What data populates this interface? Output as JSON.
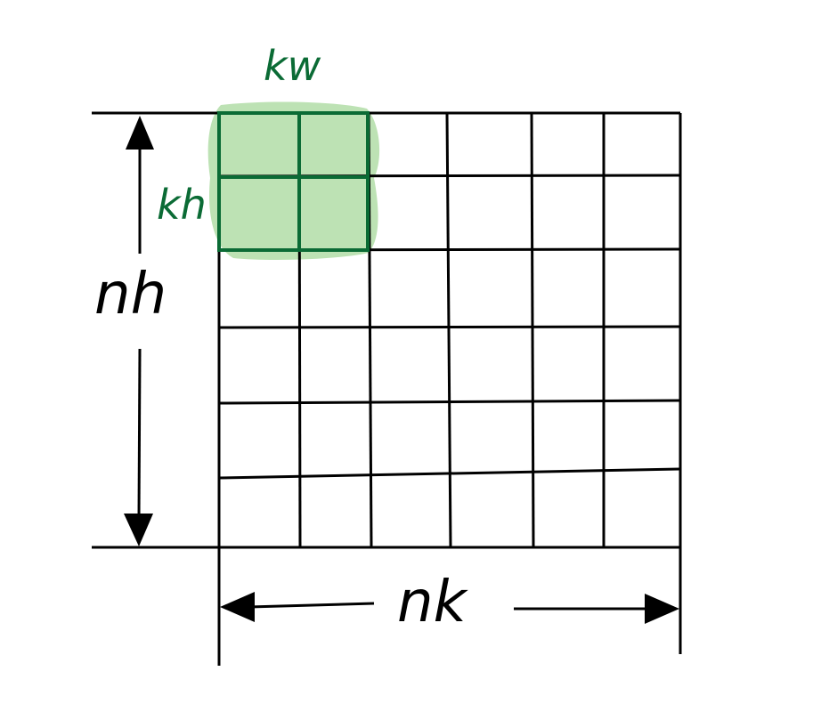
{
  "labels": {
    "kernel_width": "kw",
    "kernel_height": "kh",
    "input_height": "nh",
    "input_width": "nk"
  },
  "grid": {
    "rows": 6,
    "cols": 6,
    "highlighted_rows": 2,
    "highlighted_cols": 2
  },
  "colors": {
    "kernel_fill": "#bde2b4",
    "kernel_outline": "#0b6b35",
    "grid_line": "#000000"
  }
}
